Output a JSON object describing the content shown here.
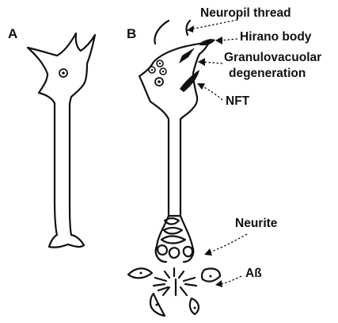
{
  "panels": {
    "a": "A",
    "b": "B"
  },
  "labels": {
    "neuropil_thread": "Neuropil thread",
    "hirano_body": "Hirano body",
    "granulovacuolar_line1": "Granulovacuolar",
    "granulovacuolar_line2": "degeneration",
    "nft": "NFT",
    "neurite": "Neurite",
    "abeta": "Aß"
  },
  "colors": {
    "ink": "#111111",
    "background": "#ffffff"
  }
}
